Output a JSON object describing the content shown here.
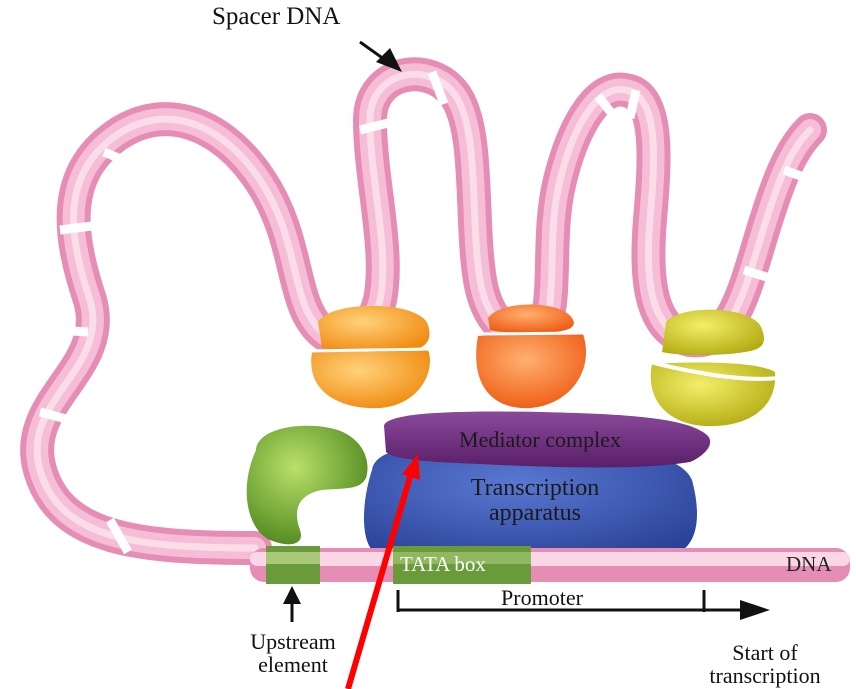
{
  "labels": {
    "spacer_dna": "Spacer DNA",
    "mediator_complex": "Mediator complex",
    "transcription_line1": "Transcription",
    "transcription_line2": "apparatus",
    "tata_box": "TATA box",
    "dna": "DNA",
    "promoter": "Promoter",
    "upstream_line1": "Upstream",
    "upstream_line2": "element",
    "start_line1": "Start of",
    "start_line2": "transcription"
  },
  "colors": {
    "dna_pink": "#f0a8c8",
    "dna_highlight": "#fbd6e6",
    "tata_green": "#6a9a3a",
    "mediator_purple": "#6a2a7a",
    "transcription_blue": "#2f4fa8",
    "activator_orange": "#f59a1e",
    "activator_red_orange": "#f06a1a",
    "activator_yellow": "#c8c21a",
    "upstream_green": "#4e8a1c",
    "annotation_red": "#ff0000"
  }
}
